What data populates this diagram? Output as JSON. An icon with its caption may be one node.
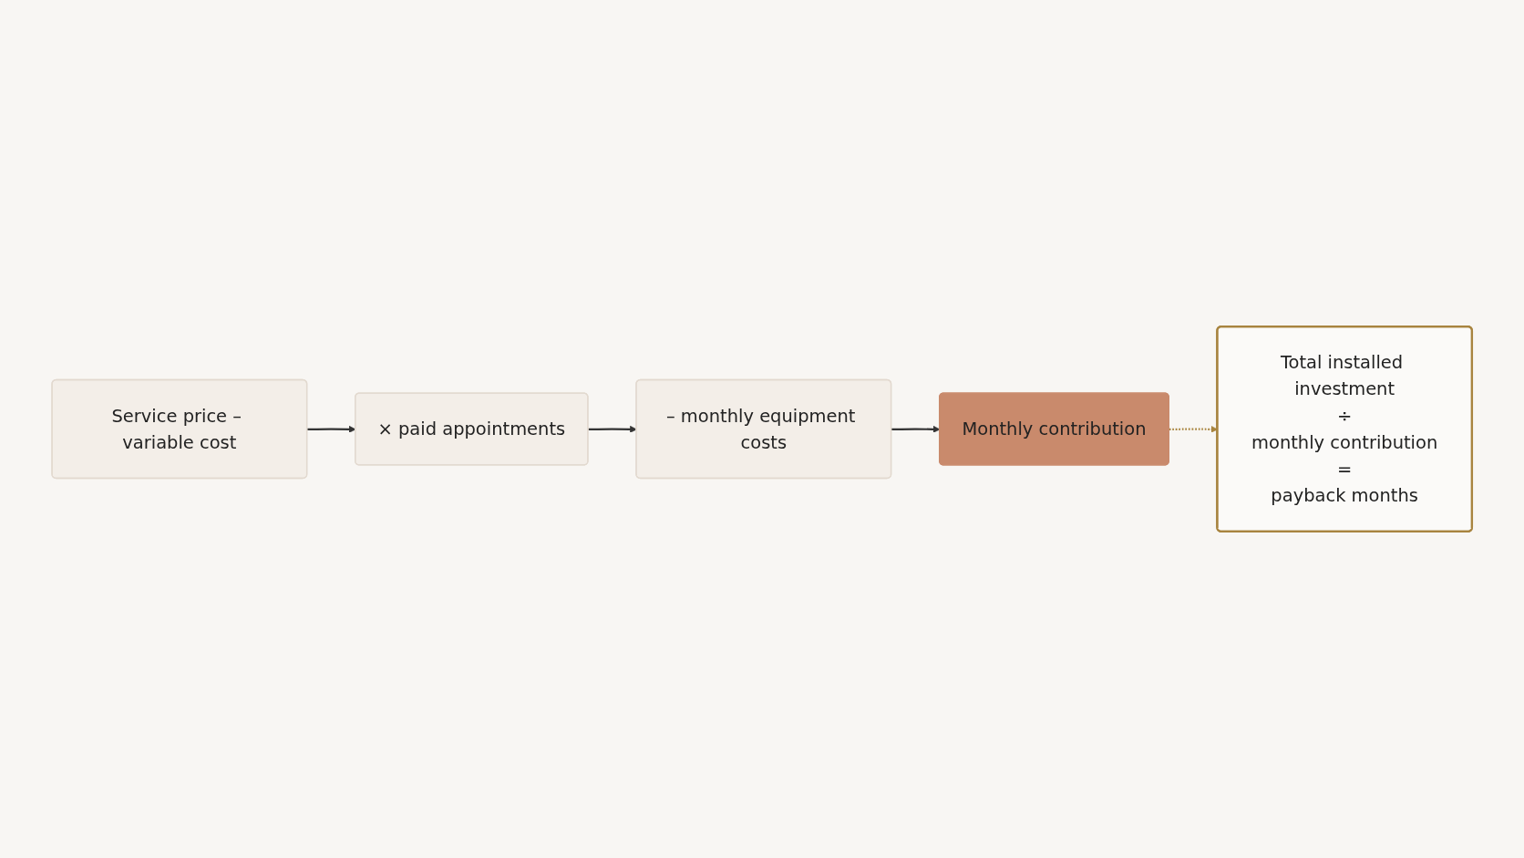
{
  "diagram": {
    "nodes": [
      {
        "text": [
          "Service price – variable cost"
        ]
      },
      {
        "text": [
          "× paid appointments"
        ]
      },
      {
        "text": [
          "– monthly equipment costs"
        ]
      },
      {
        "text": [
          "Monthly contribution"
        ]
      },
      {
        "text": [
          "Total installed investment",
          "÷",
          "monthly contribution",
          "=",
          "payback months"
        ]
      }
    ],
    "edges": [
      {
        "from": 0,
        "to": 1,
        "arrow": "to"
      },
      {
        "from": 1,
        "to": 2,
        "arrow": "to"
      },
      {
        "from": 2,
        "to": 3,
        "arrow": "to"
      },
      {
        "from": 3,
        "to": 4,
        "arrow": "to",
        "style": "dashed",
        "color": "#a8843f"
      }
    ]
  }
}
